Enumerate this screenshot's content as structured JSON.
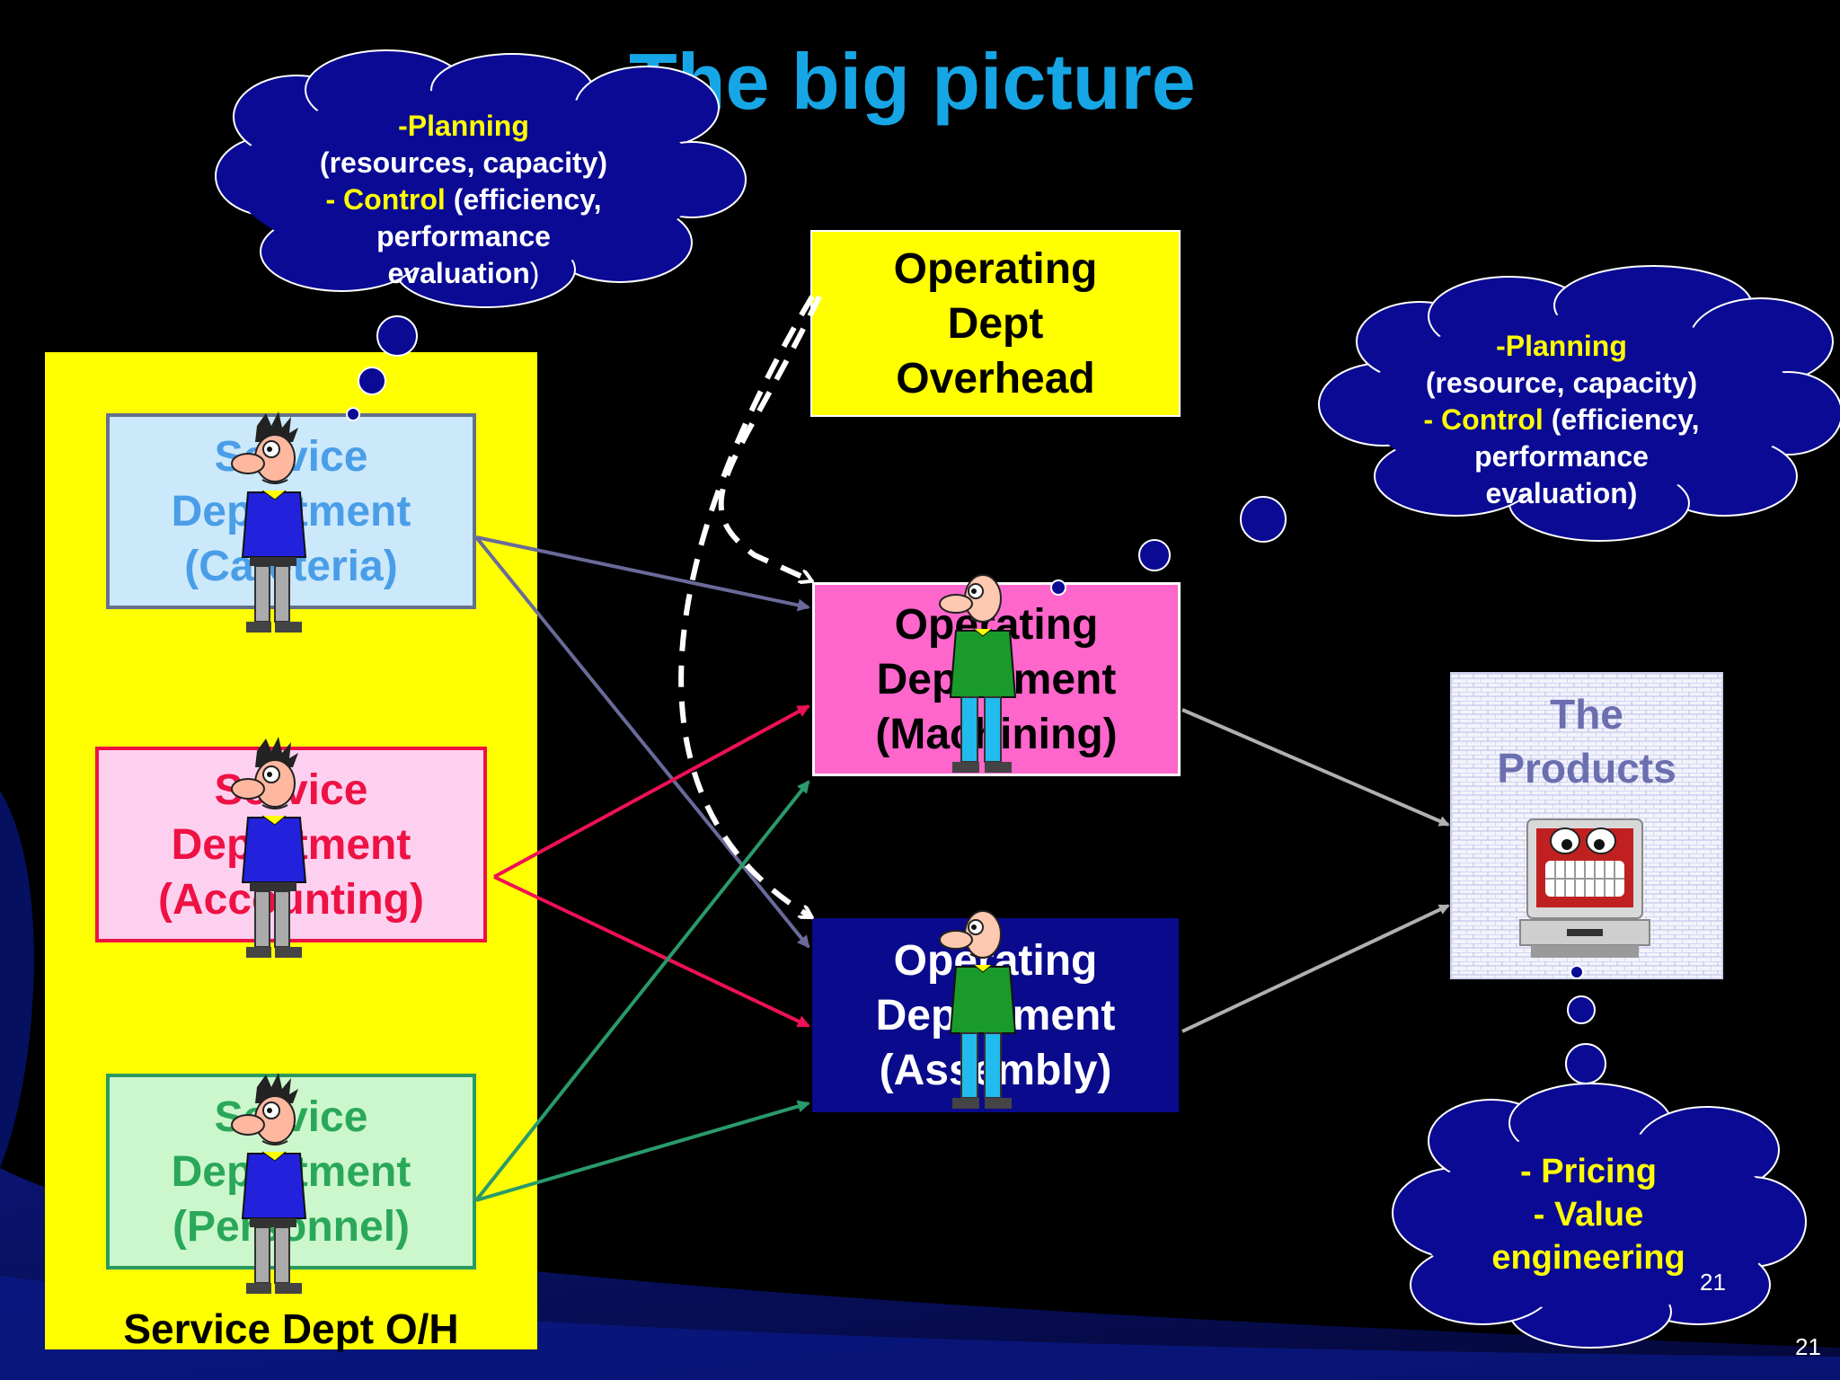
{
  "slide": {
    "title": "The big picture",
    "page_number": "21",
    "cloud_page_number": "21"
  },
  "service_panel": {
    "label": "Service Dept O/H",
    "color": "#ffff00"
  },
  "service_departments": [
    {
      "line1": "Service",
      "line2": "Department",
      "line3": "(Cafeteria)",
      "fill": "#cce8fb",
      "border": "#64708c",
      "text_color": "#4a9ee8"
    },
    {
      "line1": "Service",
      "line2": "Department",
      "line3": "(Accounting)",
      "fill": "#fdd0f0",
      "border": "#ee1144",
      "text_color": "#ee1144"
    },
    {
      "line1": "Service",
      "line2": "Department",
      "line3": "(Personnel)",
      "fill": "#ccf7cc",
      "border": "#2a9a60",
      "text_color": "#2aa85a"
    }
  ],
  "overhead_box": {
    "line1": "Operating",
    "line2": "Dept",
    "line3": "Overhead",
    "fill": "#ffff00",
    "text_color": "#000000"
  },
  "operating_departments": [
    {
      "line1": "Operating",
      "line2": "Department",
      "line3": "(Machining)",
      "fill": "#ff66cc",
      "text_color": "#000000"
    },
    {
      "line1": "Operating",
      "line2": "Department",
      "line3": "(Assembly)",
      "fill": "#0a0a8c",
      "text_color": "#ffffff"
    }
  ],
  "products_box": {
    "line1": "The",
    "line2": "Products",
    "text_color": "#6b6fb0"
  },
  "clouds": {
    "left": {
      "l1": "-Planning",
      "l2": "(resources, capacity)",
      "l3a": "- Control",
      "l3b": " (efficiency,",
      "l4": "performance",
      "l5": "evaluation",
      "l5b": ")"
    },
    "right": {
      "l1": "-Planning",
      "l2": "(resource, capacity)",
      "l3a": "- Control",
      "l3b": " (efficiency,",
      "l4": "performance",
      "l5": "evaluation)"
    },
    "bottom": {
      "l1": "- Pricing",
      "l2": "- Value",
      "l3": "engineering"
    }
  },
  "colors": {
    "background": "#000000",
    "title": "#16a6e6",
    "cloud_fill": "#0a0a94",
    "cafeteria_arrow": "#6a6a9a",
    "accounting_arrow": "#ee1155",
    "personnel_arrow": "#2a9a6a",
    "product_arrow": "#b0b0b0"
  }
}
